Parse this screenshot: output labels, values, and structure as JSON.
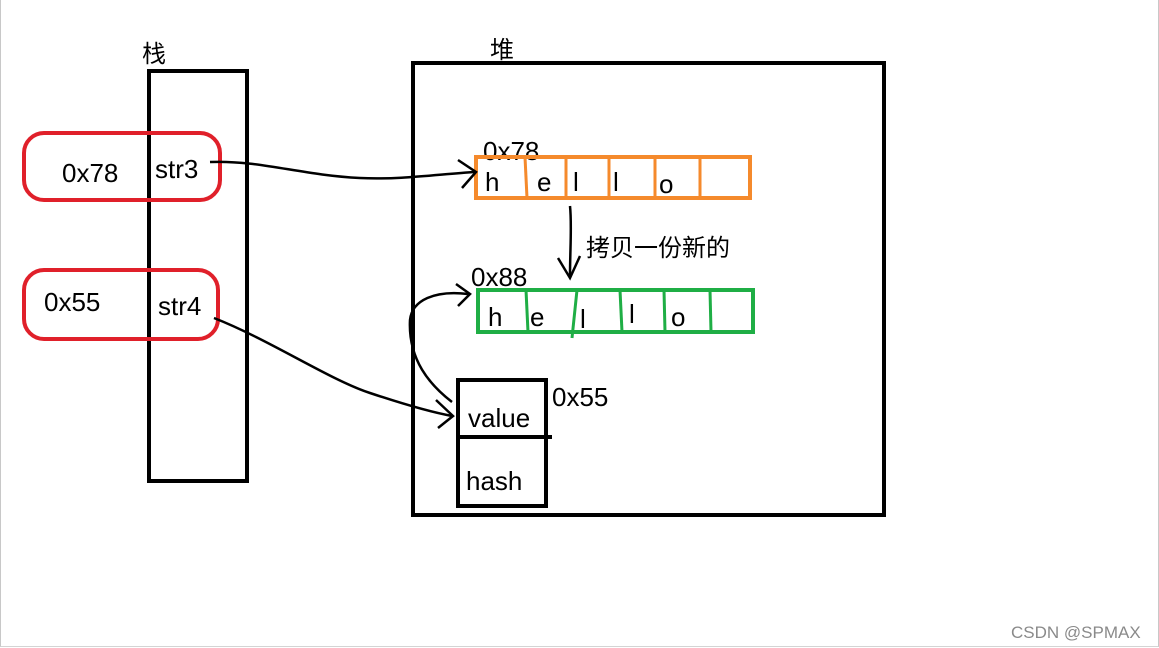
{
  "labels": {
    "stack": "栈",
    "heap": "堆",
    "copy_note": "拷贝一份新的",
    "watermark": "CSDN @SPMAX"
  },
  "stack_vars": [
    {
      "name": "str3",
      "value": "0x78",
      "color": "#e0202a"
    },
    {
      "name": "str4",
      "value": "0x55",
      "color": "#e0202a"
    }
  ],
  "heap": {
    "original_array": {
      "address": "0x78",
      "chars": [
        "h",
        "e",
        "l",
        "l",
        "o",
        ""
      ],
      "color": "#f58a2c"
    },
    "copied_array": {
      "address": "0x88",
      "chars": [
        "h",
        "e",
        "l",
        "l",
        "o",
        ""
      ],
      "color": "#1fae45"
    },
    "string_object": {
      "address": "0x55",
      "fields": [
        "value",
        "hash"
      ]
    }
  }
}
